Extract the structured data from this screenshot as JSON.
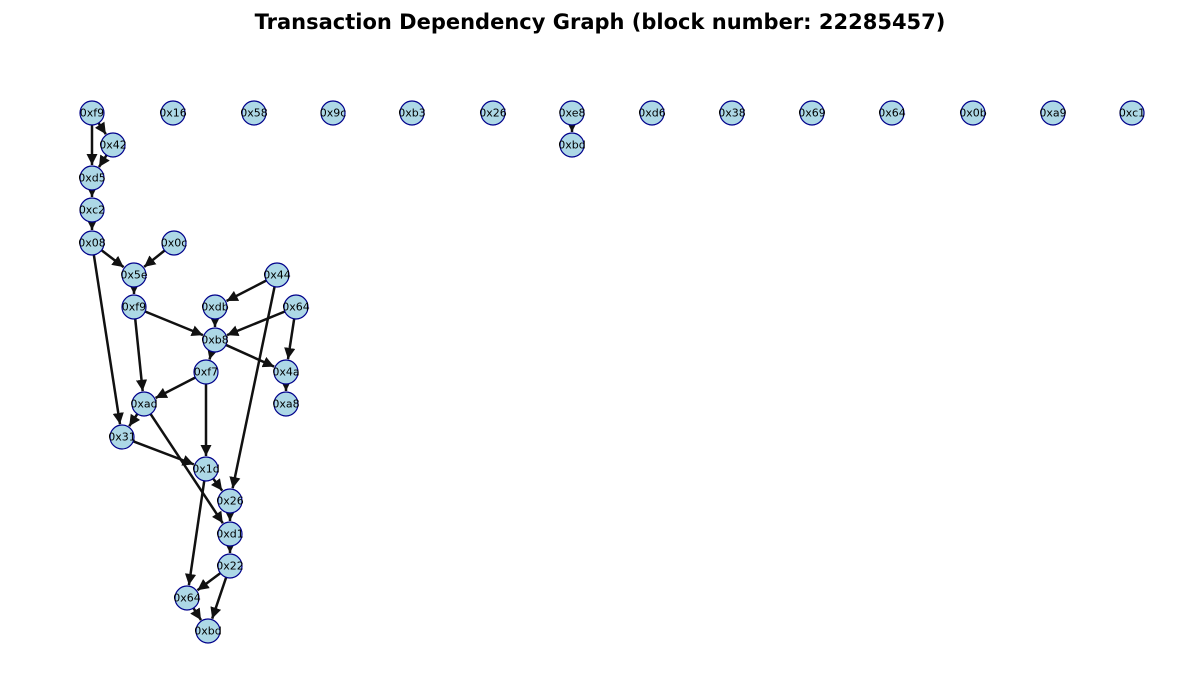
{
  "title": "Transaction Dependency Graph (block number: 22285457)",
  "style": {
    "node_fill": "#add8e6",
    "node_stroke": "#00008b",
    "edge_color": "#111111",
    "background": "#ffffff"
  },
  "nodes": [
    {
      "id": "n1",
      "label": "0xf9"
    },
    {
      "id": "n2",
      "label": "0x16"
    },
    {
      "id": "n3",
      "label": "0x58"
    },
    {
      "id": "n4",
      "label": "0x9c"
    },
    {
      "id": "n5",
      "label": "0xb3"
    },
    {
      "id": "n6",
      "label": "0x26"
    },
    {
      "id": "n7",
      "label": "0xe8"
    },
    {
      "id": "n8",
      "label": "0xd6"
    },
    {
      "id": "n9",
      "label": "0x38"
    },
    {
      "id": "n10",
      "label": "0x69"
    },
    {
      "id": "n11",
      "label": "0x64"
    },
    {
      "id": "n12",
      "label": "0x0b"
    },
    {
      "id": "n13",
      "label": "0xa9"
    },
    {
      "id": "n14",
      "label": "0xc1"
    },
    {
      "id": "n15",
      "label": "0x42"
    },
    {
      "id": "n16",
      "label": "0xbd"
    },
    {
      "id": "n17",
      "label": "0xd5"
    },
    {
      "id": "n18",
      "label": "0xc2"
    },
    {
      "id": "n19",
      "label": "0x08"
    },
    {
      "id": "n20",
      "label": "0x0c"
    },
    {
      "id": "n21",
      "label": "0x5e"
    },
    {
      "id": "n22",
      "label": "0x44"
    },
    {
      "id": "n23",
      "label": "0xf9"
    },
    {
      "id": "n24",
      "label": "0xdb"
    },
    {
      "id": "n25",
      "label": "0x64"
    },
    {
      "id": "n26",
      "label": "0xb8"
    },
    {
      "id": "n27",
      "label": "0xf7"
    },
    {
      "id": "n28",
      "label": "0x4a"
    },
    {
      "id": "n29",
      "label": "0xad"
    },
    {
      "id": "n30",
      "label": "0xa8"
    },
    {
      "id": "n31",
      "label": "0x31"
    },
    {
      "id": "n32",
      "label": "0x1d"
    },
    {
      "id": "n33",
      "label": "0x26"
    },
    {
      "id": "n34",
      "label": "0xd1"
    },
    {
      "id": "n35",
      "label": "0x22"
    },
    {
      "id": "n36",
      "label": "0x64"
    },
    {
      "id": "n37",
      "label": "0xbd"
    }
  ],
  "edges": [
    {
      "from": "n1",
      "to": "n15"
    },
    {
      "from": "n1",
      "to": "n17"
    },
    {
      "from": "n15",
      "to": "n17"
    },
    {
      "from": "n17",
      "to": "n18"
    },
    {
      "from": "n18",
      "to": "n19"
    },
    {
      "from": "n19",
      "to": "n21"
    },
    {
      "from": "n20",
      "to": "n21"
    },
    {
      "from": "n19",
      "to": "n31"
    },
    {
      "from": "n21",
      "to": "n23"
    },
    {
      "from": "n23",
      "to": "n26"
    },
    {
      "from": "n23",
      "to": "n29"
    },
    {
      "from": "n22",
      "to": "n24"
    },
    {
      "from": "n22",
      "to": "n33"
    },
    {
      "from": "n24",
      "to": "n26"
    },
    {
      "from": "n25",
      "to": "n26"
    },
    {
      "from": "n25",
      "to": "n28"
    },
    {
      "from": "n26",
      "to": "n27"
    },
    {
      "from": "n26",
      "to": "n28"
    },
    {
      "from": "n28",
      "to": "n30"
    },
    {
      "from": "n27",
      "to": "n29"
    },
    {
      "from": "n27",
      "to": "n32"
    },
    {
      "from": "n29",
      "to": "n31"
    },
    {
      "from": "n29",
      "to": "n34"
    },
    {
      "from": "n31",
      "to": "n32"
    },
    {
      "from": "n32",
      "to": "n33"
    },
    {
      "from": "n32",
      "to": "n36"
    },
    {
      "from": "n33",
      "to": "n34"
    },
    {
      "from": "n34",
      "to": "n35"
    },
    {
      "from": "n35",
      "to": "n36"
    },
    {
      "from": "n35",
      "to": "n37"
    },
    {
      "from": "n36",
      "to": "n37"
    },
    {
      "from": "n7",
      "to": "n16"
    }
  ]
}
